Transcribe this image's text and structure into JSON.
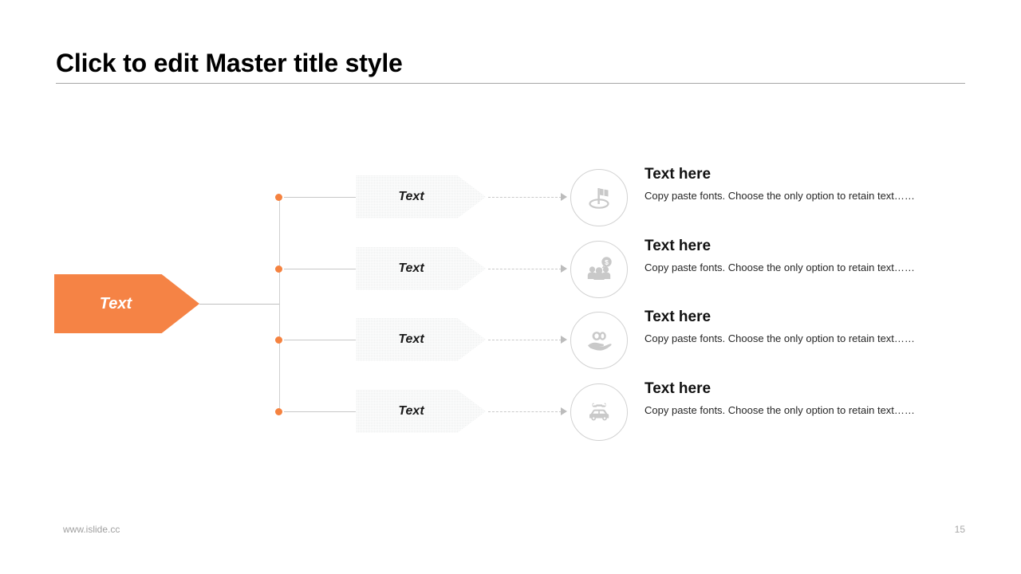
{
  "slide": {
    "title": "Click to edit Master title style",
    "accent_color": "#F58345",
    "root": {
      "label": "Text"
    },
    "rows": [
      {
        "step_label": "Text",
        "icon": "flag-on-green-icon",
        "heading": "Text here",
        "body": "Copy paste fonts. Choose the only option to retain text……"
      },
      {
        "step_label": "Text",
        "icon": "people-money-icon",
        "heading": "Text here",
        "body": "Copy paste fonts. Choose the only option to retain text……"
      },
      {
        "step_label": "Text",
        "icon": "hand-coins-icon",
        "heading": "Text here",
        "body": "Copy paste fonts. Choose the only option to retain text……"
      },
      {
        "step_label": "Text",
        "icon": "car-repair-icon",
        "heading": "Text here",
        "body": "Copy paste fonts. Choose the only option to retain text……"
      }
    ]
  },
  "footer": {
    "url": "www.islide.cc",
    "page_number": "15"
  }
}
